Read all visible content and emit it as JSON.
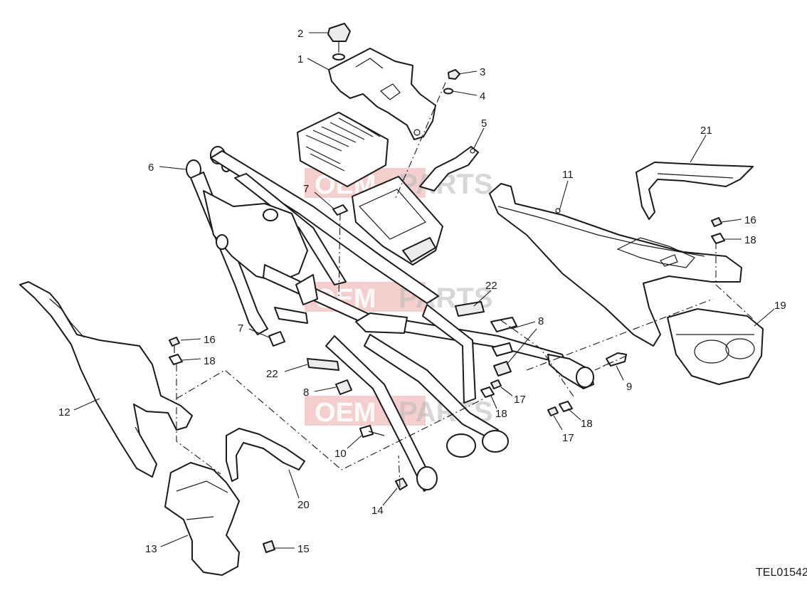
{
  "drawing_code": "TEL01542",
  "watermark": {
    "brand_left": "OEM",
    "brand_right": "PARTS",
    "color": "#d9534f"
  },
  "callouts": {
    "c1": "1",
    "c2": "2",
    "c3": "3",
    "c4": "4",
    "c5": "5",
    "c6": "6",
    "c7a": "7",
    "c7b": "7",
    "c8a": "8",
    "c8b": "8",
    "c9": "9",
    "c10": "10",
    "c11": "11",
    "c12": "12",
    "c13": "13",
    "c14": "14",
    "c15": "15",
    "c16a": "16",
    "c16b": "16",
    "c17a": "17",
    "c17b": "17",
    "c18a": "18",
    "c18b": "18",
    "c18c": "18",
    "c18d": "18",
    "c19": "19",
    "c20": "20",
    "c21": "21",
    "c22a": "22",
    "c22b": "22"
  }
}
